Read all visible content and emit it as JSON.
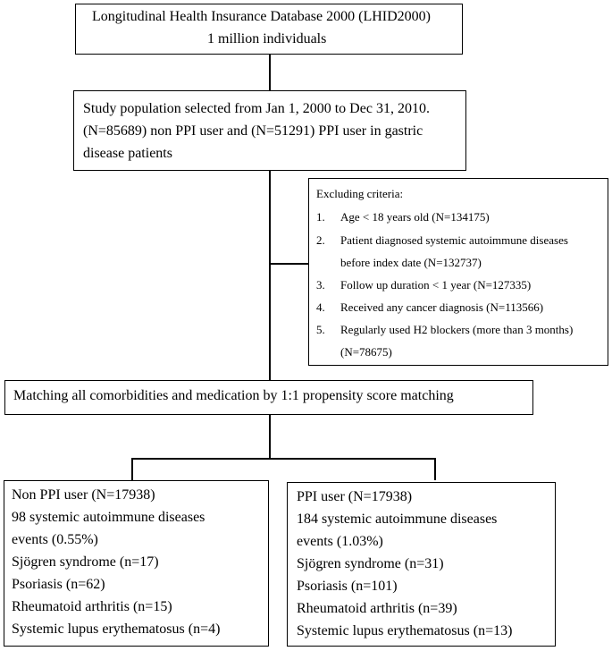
{
  "box1": {
    "line1": "Longitudinal Health Insurance Database 2000 (LHID2000)",
    "line2": "1 million individuals"
  },
  "box2": {
    "line1": "Study population selected from Jan 1, 2000 to Dec 31, 2010.",
    "line2": "(N=85689) non PPI user and (N=51291) PPI user in gastric",
    "line3": "disease patients"
  },
  "exclusion": {
    "title": "Excluding criteria:",
    "items": [
      {
        "num": "1.",
        "lines": [
          "Age < 18 years old (N=134175)"
        ]
      },
      {
        "num": "2.",
        "lines": [
          "Patient diagnosed systemic autoimmune diseases",
          "before index date (N=132737)"
        ]
      },
      {
        "num": "3.",
        "lines": [
          "Follow up duration < 1 year (N=127335)"
        ]
      },
      {
        "num": "4.",
        "lines": [
          "Received any cancer diagnosis (N=113566)"
        ]
      },
      {
        "num": "5.",
        "lines": [
          "Regularly used H2 blockers (more than 3 months)",
          "(N=78675)"
        ]
      }
    ]
  },
  "box4": {
    "line1": "Matching all comorbidities and medication by 1:1 propensity score matching"
  },
  "non_ppi": {
    "lines": [
      "Non PPI user (N=17938)",
      "98 systemic autoimmune diseases",
      "events (0.55%)",
      "Sjögren syndrome (n=17)",
      "Psoriasis (n=62)",
      "Rheumatoid arthritis (n=15)",
      "Systemic lupus erythematosus (n=4)"
    ]
  },
  "ppi": {
    "lines": [
      "PPI user (N=17938)",
      "184 systemic autoimmune diseases",
      "events (1.03%)",
      "Sjögren syndrome (n=31)",
      "Psoriasis (n=101)",
      "Rheumatoid arthritis (n=39)",
      "Systemic lupus erythematosus (n=13)"
    ]
  }
}
